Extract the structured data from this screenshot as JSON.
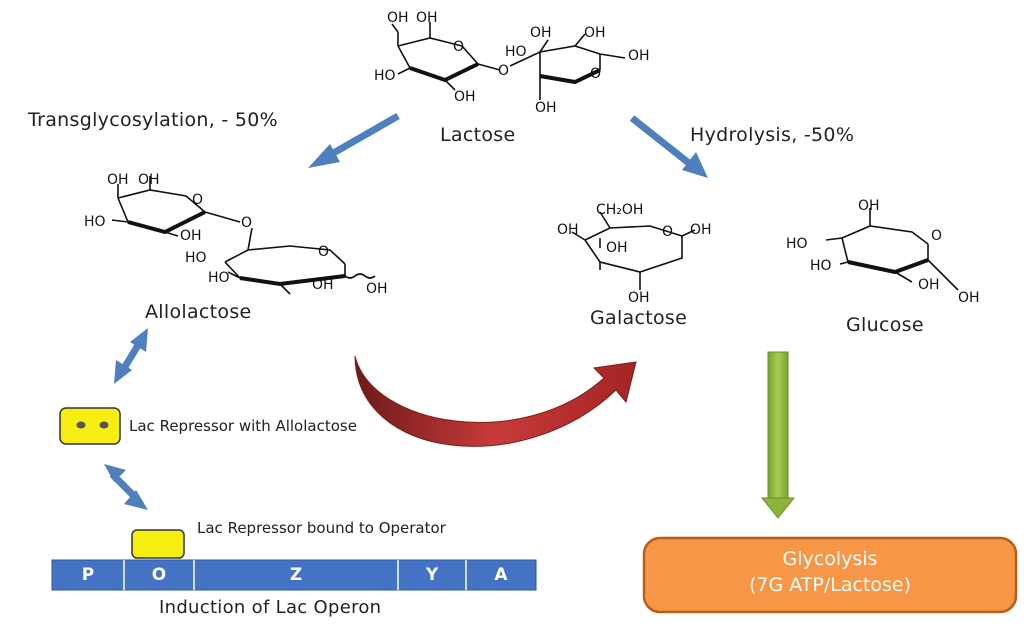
{
  "labels": {
    "lactose": "Lactose",
    "transglycosylation": "Transglycosylation, - 50%",
    "hydrolysis": "Hydrolysis, -50%",
    "allolactose": "Allolactose",
    "galactose": "Galactose",
    "glucose": "Glucose",
    "repressor_with_allolactose": "Lac Repressor with Allolactose",
    "repressor_bound": "Lac Repressor bound to Operator",
    "induction": "Induction of Lac Operon"
  },
  "operon_segments": [
    "P",
    "O",
    "Z",
    "Y",
    "A"
  ],
  "glycolysis": {
    "line1": "Glycolysis",
    "line2": "(7G ATP/Lactose)"
  },
  "chem_labels": {
    "oh": "OH",
    "ho": "HO",
    "o": "O",
    "ch2oh": "CH₂OH"
  },
  "colors": {
    "blue_arrow": "#4f7fbd",
    "operon_bar": "#4472c4",
    "repressor_fill": "#f5ee10",
    "red_arrow": "#a52a2a",
    "green_arrow": "#8db33a",
    "glycolysis_fill": "#f79646",
    "glycolysis_border": "#b85f15"
  }
}
